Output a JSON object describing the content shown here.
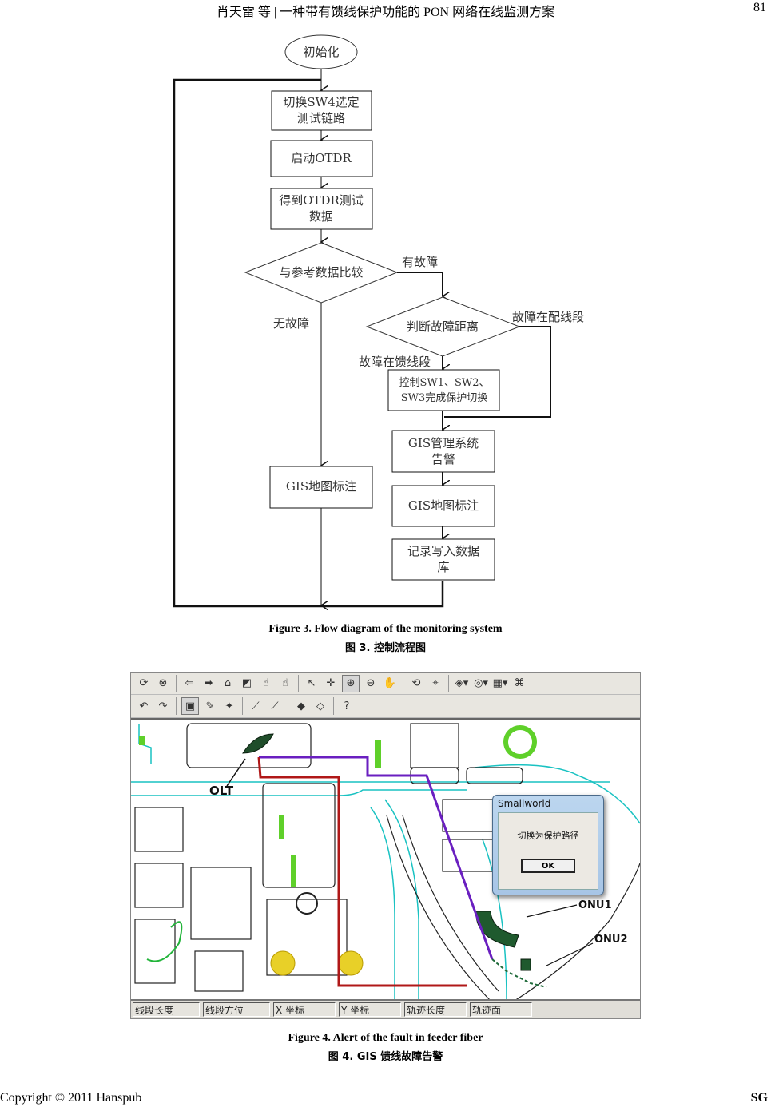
{
  "header": {
    "running_title": "肖天雷  等 | 一种带有馈线保护功能的 PON 网络在线监测方案",
    "page_number": "81"
  },
  "figure3": {
    "nodes": {
      "start": "初始化",
      "switch_sw4": [
        "切换SW4选定",
        "测试链路"
      ],
      "start_otdr": "启动OTDR",
      "get_data": [
        "得到OTDR测试",
        "数据"
      ],
      "compare": "与参考数据比较",
      "judge_distance": "判断故障距离",
      "protect_switch": [
        "控制SW1、SW2、",
        "SW3完成保护切换"
      ],
      "gis_alarm": [
        "GIS管理系统",
        "告警"
      ],
      "gis_mark_left": "GIS地图标注",
      "gis_mark_right": "GIS地图标注",
      "write_db": [
        "记录写入数据",
        "库"
      ]
    },
    "edge_labels": {
      "has_fault": "有故障",
      "no_fault": "无故障",
      "fault_in_distribution": "故障在配线段",
      "fault_in_feeder": "故障在馈线段"
    },
    "caption_en": "Figure 3. Flow diagram of the monitoring system",
    "caption_zh": "图 3.  控制流程图"
  },
  "figure4": {
    "toolbar_row1": [
      {
        "icon": "refresh-icon"
      },
      {
        "icon": "stop-icon"
      },
      {
        "icon": "back-arrow-icon"
      },
      {
        "icon": "forward-arrow-icon"
      },
      {
        "icon": "home-icon"
      },
      {
        "icon": "select-object-icon"
      },
      {
        "icon": "hand-select-icon"
      },
      {
        "icon": "hand-deselect-icon"
      },
      {
        "icon": "pointer-icon"
      },
      {
        "icon": "crosshair-icon"
      },
      {
        "icon": "zoom-in-icon",
        "active": true
      },
      {
        "icon": "zoom-out-icon"
      },
      {
        "icon": "pan-hand-icon"
      },
      {
        "icon": "rotate-icon"
      },
      {
        "icon": "measure-icon"
      },
      {
        "icon": "layer-dropdown-icon"
      },
      {
        "icon": "overlay-dropdown-icon"
      },
      {
        "icon": "stack-dropdown-icon"
      },
      {
        "icon": "network-icon"
      }
    ],
    "toolbar_row2": [
      {
        "icon": "undo-icon"
      },
      {
        "icon": "redo-icon"
      },
      {
        "icon": "map-view-icon",
        "active": true
      },
      {
        "icon": "draw-area-icon"
      },
      {
        "icon": "edit-properties-icon"
      },
      {
        "icon": "trace-forward-icon"
      },
      {
        "icon": "trace-back-icon"
      },
      {
        "icon": "object-icon"
      },
      {
        "icon": "object-alt-icon"
      },
      {
        "icon": "help-icon"
      }
    ],
    "map_labels": {
      "olt": "OLT",
      "onu1": "ONU1",
      "onu2": "ONU2"
    },
    "dialog": {
      "title": "Smallworld",
      "message": "切换为保护路径",
      "ok_label": "OK"
    },
    "status_fields": [
      "线段长度",
      "线段方位",
      "X 坐标",
      "Y 坐标",
      "轨迹长度",
      "轨迹面"
    ],
    "colors": {
      "feeder_path": "#b01818",
      "protection_path": "#6a1fc0",
      "water": "#19c2c2",
      "vegetation": "#5fd02a",
      "building_outline": "#222222"
    },
    "caption_en": "Figure 4. Alert of the fault in feeder fiber",
    "caption_zh": "图 4. GIS 馈线故障告警"
  },
  "footer": {
    "copyright": "Copyright © 2011 Hanspub",
    "journal": "SG"
  }
}
